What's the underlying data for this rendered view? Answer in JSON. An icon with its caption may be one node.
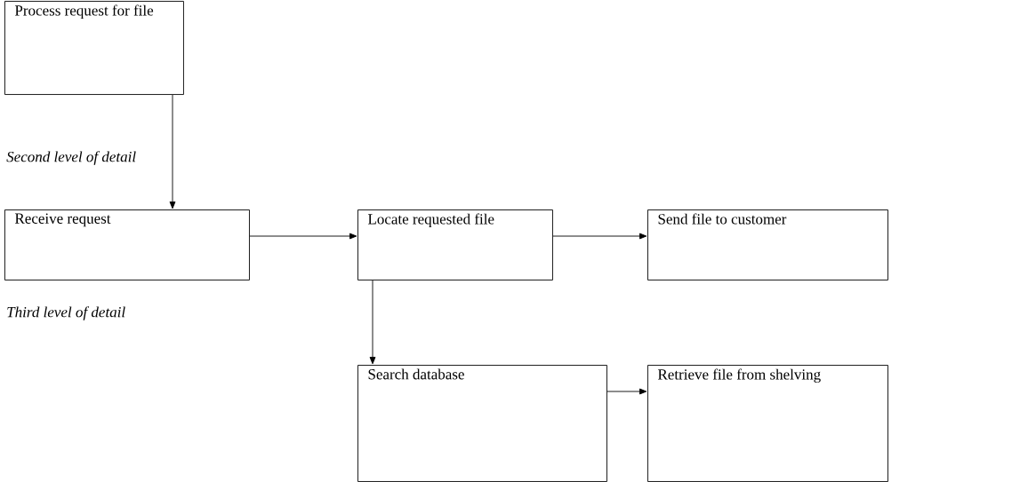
{
  "diagram": {
    "nodes": [
      {
        "text": [
          "Process request for file"
        ]
      },
      {
        "text": [
          "Receive request"
        ]
      },
      {
        "text": [
          "Locate requested file"
        ]
      },
      {
        "text": [
          "Send file to customer"
        ]
      },
      {
        "text": [
          "Search database"
        ]
      },
      {
        "text": [
          "Retrieve file from shelving"
        ]
      }
    ],
    "edges": [
      {
        "from": 0,
        "to": 1,
        "arrow": "to"
      },
      {
        "from": 1,
        "to": 2,
        "arrow": "to"
      },
      {
        "from": 2,
        "to": 3,
        "arrow": "to"
      },
      {
        "from": 2,
        "to": 4,
        "arrow": "to"
      },
      {
        "from": 4,
        "to": 5,
        "arrow": "to"
      }
    ],
    "labels": [
      "Second level of detail",
      "Third level of detail"
    ]
  }
}
